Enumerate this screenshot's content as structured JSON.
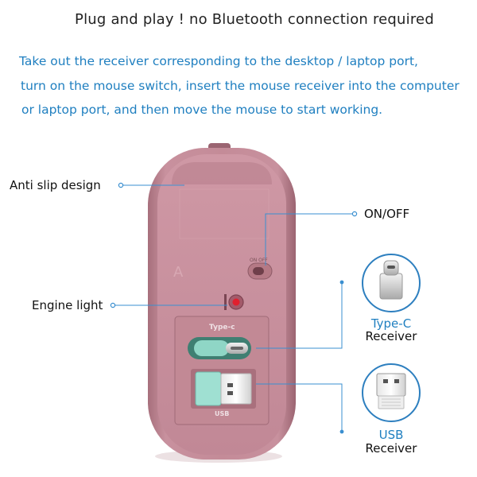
{
  "headline": "Plug and play !   no Bluetooth connection required",
  "instructions": [
    "Take out the receiver corresponding to the desktop / laptop port,",
    "turn on the mouse switch, insert the mouse receiver into the computer",
    "or laptop port, and then move the mouse to start working."
  ],
  "callouts": {
    "anti_slip": "Anti slip design",
    "on_off": "ON/OFF",
    "engine_light": "Engine light"
  },
  "mouse": {
    "type_c_slot_label": "Type-c",
    "usb_slot_label": "USB",
    "letter": "A",
    "switch_label": "ON OFF"
  },
  "receivers": [
    {
      "name": "Type-C",
      "suffix": "Receiver"
    },
    {
      "name": "USB",
      "suffix": "Receiver"
    }
  ],
  "colors": {
    "instruction_blue": "#1f7fc0",
    "mouse_body": "#bd8592",
    "mouse_face": "#c98f9c",
    "callout_blue": "#3a8fd0",
    "receiver_teal": "#9fe0d2"
  },
  "icons": [
    "type-c-receiver-icon",
    "usb-receiver-icon",
    "power-switch-icon",
    "sensor-light-icon"
  ]
}
